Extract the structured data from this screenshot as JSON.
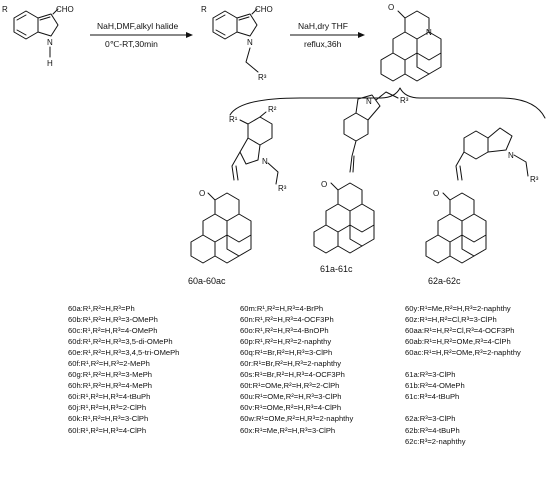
{
  "reaction": {
    "step1": {
      "line1": "NaH,DMF,alkyl halide",
      "line2": "0℃-RT,30min"
    },
    "step2": {
      "line1": "NaH,dry THF",
      "line2": "reflux,36h"
    }
  },
  "atoms": {
    "R": "R",
    "CHO": "CHO",
    "N": "N",
    "H": "H",
    "O": "O",
    "R3": "R³",
    "R1": "R¹",
    "R2": "R²"
  },
  "families": [
    {
      "id": "60",
      "label": "60a-60ac"
    },
    {
      "id": "61",
      "label": "61a-61c"
    },
    {
      "id": "62",
      "label": "62a-62c"
    }
  ],
  "lists": {
    "col1": [
      "60a:R¹,R²=H,R³=Ph",
      "60b:R¹,R²=H,R³=3-OMePh",
      "60c:R¹,R²=H,R³=4-OMePh",
      "60d:R¹,R²=H,R³=3,5-di-OMePh",
      "60e:R¹,R²=H,R³=3,4,5-tri-OMePh",
      "60f:R¹,R²=H,R³=2-MePh",
      "60g:R¹,R²=H,R³=3-MePh",
      "60h:R¹,R²=H,R³=4-MePh",
      "60i:R¹,R²=H,R³=4-tBuPh",
      "60j:R¹,R²=H,R³=2-ClPh",
      "60k:R¹,R²=H,R³=3-ClPh",
      "60l:R¹,R²=H,R³=4-ClPh"
    ],
    "col2": [
      "60m:R¹,R²=H,R³=4-BrPh",
      "60n:R¹,R²=H,R³=4-OCF3Ph",
      "60o:R¹,R²=H,R³=4-BnOPh",
      "60p:R¹,R²=H,R³=2-naphthy",
      "60q:R¹=Br,R²=H,R³=3-ClPh",
      "60r:R¹=Br,R²=H,R³=2-naphthy",
      "60s:R¹=Br,R²=H,R³=4-OCF3Ph",
      "60t:R¹=OMe,R²=H,R³=2-ClPh",
      "60u:R¹=OMe,R²=H,R³=3-ClPh",
      "60v:R¹=OMe,R²=H,R³=4-ClPh",
      "60w:R¹=OMe,R²=H,R³=2-naphthy",
      "60x:R¹=Me,R²=H,R³=3-ClPh"
    ],
    "col3": [
      "60y:R¹=Me,R²=H,R³=2-naphthy",
      "60z:R¹=H,R²=Cl,R³=3-ClPh",
      "60aa:R¹=H,R²=Cl,R³=4-OCF3Ph",
      "60ab:R¹=H,R²=OMe,R³=4-ClPh",
      "60ac:R¹=H,R²=OMe,R³=2-naphthy",
      "",
      "61a:R³=3-ClPh",
      "61b:R³=4-OMePh",
      "61c:R³=4-tBuPh",
      "",
      "62a:R³=3-ClPh",
      "62b:R³=4-tBuPh",
      "62c:R³=2-naphthy"
    ]
  }
}
